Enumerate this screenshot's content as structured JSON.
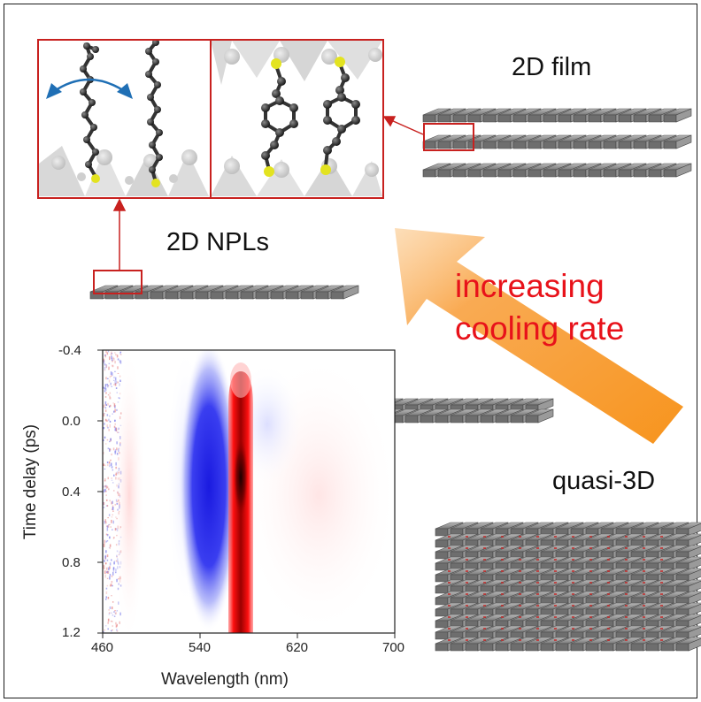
{
  "labels": {
    "film": "2D film",
    "npls": "2D NPLs",
    "quasi": "quasi-3D",
    "arrow_text_line1": "increasing",
    "arrow_text_line2": "cooling rate"
  },
  "colors": {
    "frame_red": "#c8211f",
    "arrow_orange": "#f7941d",
    "text_red": "#e8121a",
    "slab_gray": "#8a8a8a",
    "bend_arrow_blue": "#1f6fb5",
    "sulfur_yellow": "#e3e320"
  },
  "chart_data": {
    "type": "heatmap",
    "xlabel": "Wavelength (nm)",
    "ylabel": "Time delay (ps)",
    "xlim": [
      460,
      700
    ],
    "ylim": [
      -0.4,
      1.2
    ],
    "y_inverted": true,
    "x_ticks": [
      "460",
      "540",
      "620",
      "700"
    ],
    "y_ticks": [
      "-0.4",
      "0.0",
      "0.4",
      "0.8",
      "1.2"
    ],
    "features": [
      {
        "name": "bleach",
        "sign": "negative",
        "color": "blue",
        "center_nm": 552,
        "center_ps": 0.35
      },
      {
        "name": "absorption",
        "sign": "positive",
        "color": "red",
        "center_nm": 578,
        "center_ps": 0.35
      }
    ]
  }
}
